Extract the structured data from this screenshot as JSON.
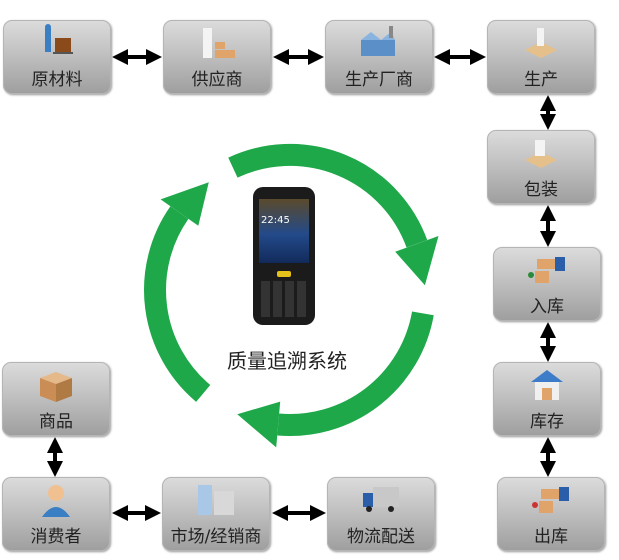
{
  "center": {
    "title": "质量追溯系统",
    "device_time": "22:45"
  },
  "colors": {
    "cycle_arrow": "#1fa84a",
    "link_arrow": "#000000"
  },
  "nodes": [
    {
      "id": "raw",
      "label": "原材料",
      "icon": "worker-cart-icon"
    },
    {
      "id": "supplier",
      "label": "供应商",
      "icon": "businessman-boxes-icon"
    },
    {
      "id": "manufacturer",
      "label": "生产厂商",
      "icon": "factory-icon"
    },
    {
      "id": "production",
      "label": "生产",
      "icon": "production-icon"
    },
    {
      "id": "packaging",
      "label": "包装",
      "icon": "packaging-icon"
    },
    {
      "id": "inbound",
      "label": "入库",
      "icon": "truck-in-icon"
    },
    {
      "id": "stock",
      "label": "库存",
      "icon": "warehouse-icon"
    },
    {
      "id": "outbound",
      "label": "出库",
      "icon": "truck-out-icon"
    },
    {
      "id": "logistics",
      "label": "物流配送",
      "icon": "delivery-truck-icon"
    },
    {
      "id": "market",
      "label": "市场/经销商",
      "icon": "building-icon"
    },
    {
      "id": "consumer",
      "label": "消费者",
      "icon": "person-icon"
    },
    {
      "id": "goods",
      "label": "商品",
      "icon": "cardboard-box-icon"
    }
  ]
}
